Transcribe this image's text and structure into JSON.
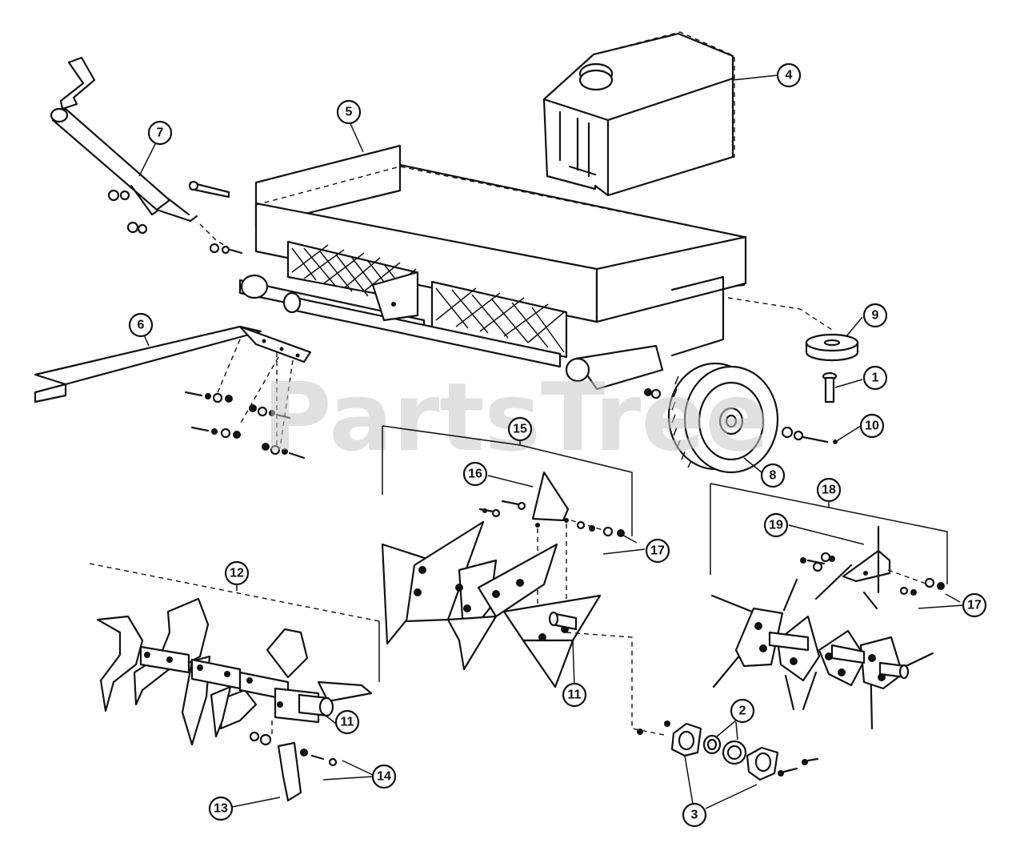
{
  "watermark": "PartsTree",
  "callouts": [
    {
      "id": "c1",
      "label": "1"
    },
    {
      "id": "c2",
      "label": "2"
    },
    {
      "id": "c3",
      "label": "3"
    },
    {
      "id": "c4",
      "label": "4"
    },
    {
      "id": "c5",
      "label": "5"
    },
    {
      "id": "c6",
      "label": "6"
    },
    {
      "id": "c7",
      "label": "7"
    },
    {
      "id": "c8",
      "label": "8"
    },
    {
      "id": "c9",
      "label": "9"
    },
    {
      "id": "c10",
      "label": "10"
    },
    {
      "id": "c11a",
      "label": "11"
    },
    {
      "id": "c11b",
      "label": "11"
    },
    {
      "id": "c12",
      "label": "12"
    },
    {
      "id": "c13",
      "label": "13"
    },
    {
      "id": "c14",
      "label": "14"
    },
    {
      "id": "c15",
      "label": "15"
    },
    {
      "id": "c16",
      "label": "16"
    },
    {
      "id": "c17a",
      "label": "17"
    },
    {
      "id": "c17b",
      "label": "17"
    },
    {
      "id": "c18",
      "label": "18"
    },
    {
      "id": "c19",
      "label": "19"
    }
  ]
}
